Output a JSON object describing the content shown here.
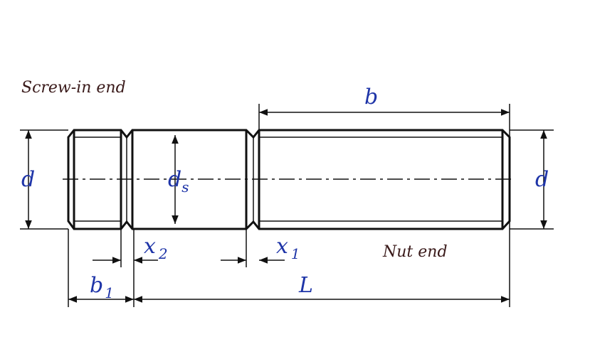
{
  "notes": {
    "screw_in_end": "Screw-in end",
    "nut_end": "Nut end"
  },
  "dimensions": {
    "b": "b",
    "d_left": "d",
    "d_right": "d",
    "ds_main": "d",
    "ds_sub": "s",
    "x2_main": "x",
    "x2_sub": "2",
    "x1_main": "x",
    "x1_sub": "1",
    "b1_main": "b",
    "b1_sub": "1",
    "L": "L"
  },
  "colors": {
    "dimension_text": "#1f35a8",
    "note_text": "#3a1a1a",
    "lines": "#111111"
  }
}
